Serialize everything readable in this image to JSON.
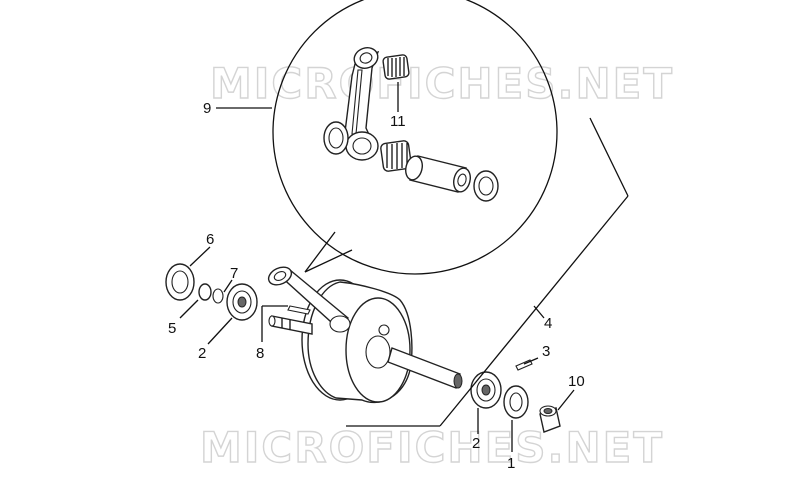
{
  "watermark": {
    "text": "MICROFICHES.NET"
  },
  "labels": {
    "l1": "1",
    "l2a": "2",
    "l2b": "2",
    "l3": "3",
    "l4": "4",
    "l5": "5",
    "l6": "6",
    "l7": "7",
    "l8": "8",
    "l9": "9",
    "l10": "10",
    "l11": "11"
  }
}
